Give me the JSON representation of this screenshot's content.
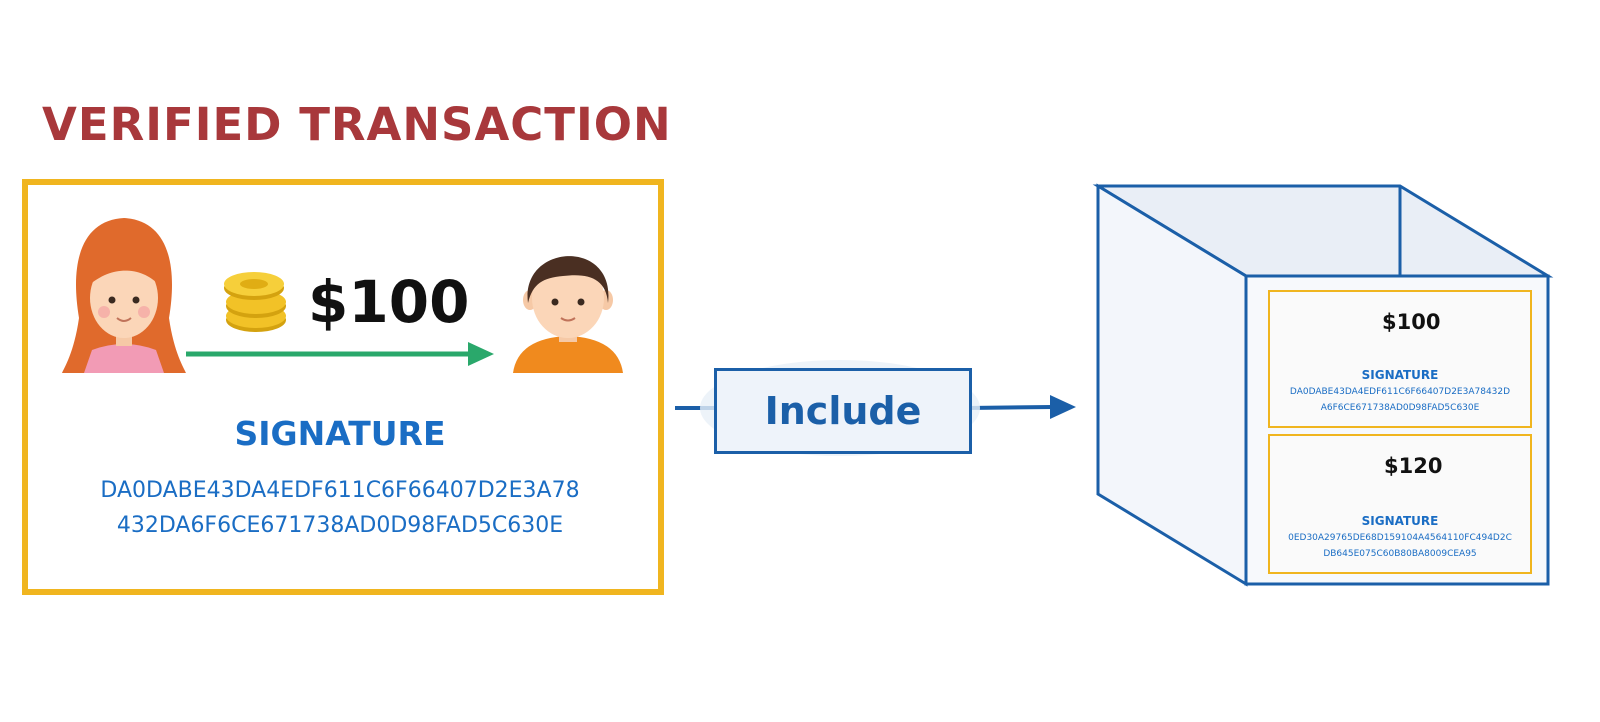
{
  "title": "VERIFIED TRANSACTION",
  "transaction": {
    "amount": "$100",
    "signature_label": "SIGNATURE",
    "signature_line_1": "DA0DABE43DA4EDF611C6F66407D2E3A78",
    "signature_line_2": "432DA6F6CE671738AD0D98FAD5C630E"
  },
  "action": {
    "label": "Include"
  },
  "block": {
    "transactions": [
      {
        "amount": "$100",
        "signature_label": "SIGNATURE",
        "signature_line_1": "DA0DABE43DA4EDF611C6F66407D2E3A78432D",
        "signature_line_2": "A6F6CE671738AD0D98FAD5C630E"
      },
      {
        "amount": "$120",
        "signature_label": "SIGNATURE",
        "signature_line_1": "0ED30A29765DE68D159104A4564110FC494D2C",
        "signature_line_2": "DB645E075C60B80BA8009CEA95"
      }
    ]
  },
  "colors": {
    "title": "#a8383b",
    "card_border": "#f0b51f",
    "signature": "#1a6dc4",
    "arrow_green": "#2aa86b",
    "block_blue": "#1b5fa8"
  }
}
